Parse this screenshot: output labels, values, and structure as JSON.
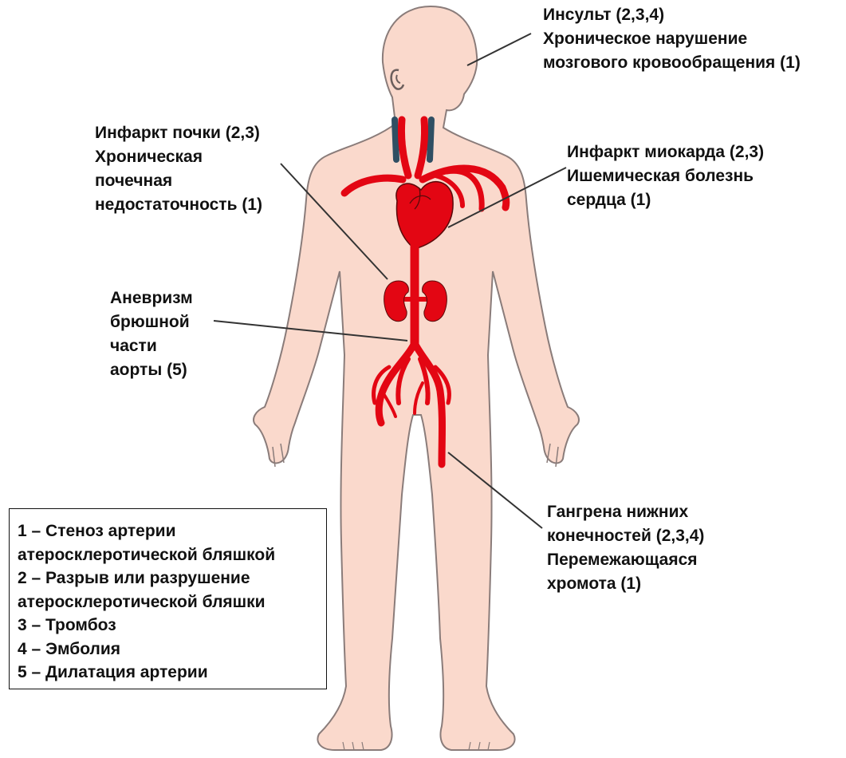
{
  "colors": {
    "skin": "#fad9cc",
    "skin_outline": "#8a7c7a",
    "artery": "#e30613",
    "artery_dark": "#5a0a0a",
    "vein_blue": "#2f4f63",
    "leader_line": "#333333",
    "text": "#111111",
    "background": "#ffffff"
  },
  "labels": {
    "stroke": {
      "line1": "Инсульт (2,3,4)",
      "line2": "Хроническое нарушение",
      "line3": "мозгового кровообращения (1)"
    },
    "kidney": {
      "line1": "Инфаркт почки (2,3)",
      "line2": "Хроническая",
      "line3": "почечная",
      "line4": "недостаточность (1)"
    },
    "heart": {
      "line1": "Инфаркт миокарда (2,3)",
      "line2": "Ишемическая болезнь",
      "line3": "сердца (1)"
    },
    "aneurysm": {
      "line1": "Аневризм",
      "line2": "брюшной",
      "line3": "части",
      "line4": "аорты (5)"
    },
    "gangrene": {
      "line1": "Гангрена нижних",
      "line2": "конечностей (2,3,4)",
      "line3": "Перемежающаяся",
      "line4": "хромота (1)"
    }
  },
  "legend": {
    "item1a": "1 – Стеноз артерии",
    "item1b": "атеросклеротической бляшкой",
    "item2a": "2 – Разрыв или разрушение",
    "item2b": "атеросклеротической бляшки",
    "item3": "3 – Тромбоз",
    "item4": "4 – Эмболия",
    "item5": "5 – Дилатация артерии"
  }
}
